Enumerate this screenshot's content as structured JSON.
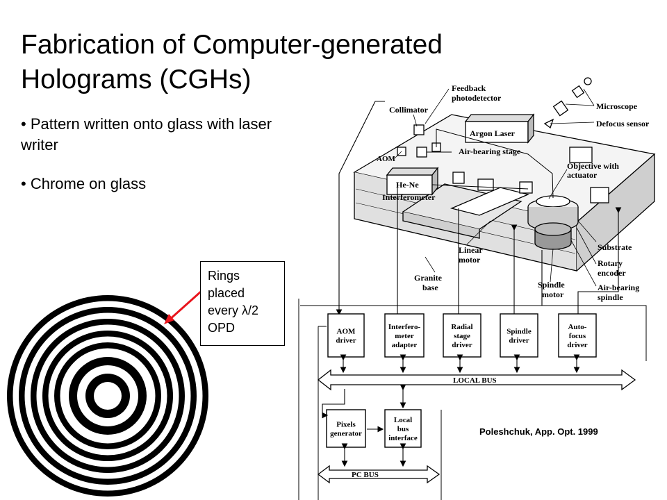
{
  "slide": {
    "title": "Fabrication of Computer-generated Holograms (CGHs)",
    "bullets": [
      "• Pattern written onto glass with laser writer",
      "• Chrome on glass"
    ],
    "callout": [
      "Rings",
      "placed",
      "every λ/2",
      "OPD"
    ],
    "citation": "Poleshchuk, App. Opt. 1999"
  },
  "diagram": {
    "labels": {
      "collimator": "Collimator",
      "feedback1": "Feedback",
      "feedback2": "photodetector",
      "microscope": "Microscope",
      "defocus": "Defocus sensor",
      "argon": "Argon Laser",
      "aom": "AOM",
      "airstage": "Air-bearing stage",
      "objective1": "Objective with",
      "objective2": "actuator",
      "hene": "He-Ne",
      "interferometer": "Interferometer",
      "substrate": "Substrate",
      "rotary1": "Rotary",
      "rotary2": "encoder",
      "airspindle1": "Air-bearing",
      "airspindle2": "spindle",
      "linear1": "Linear",
      "linear2": "motor",
      "granite1": "Granite",
      "granite2": "base",
      "spindlemotor1": "Spindle",
      "spindlemotor2": "motor",
      "localbus": "LOCAL BUS",
      "pcbus": "PC  BUS"
    },
    "boxes": {
      "aom": [
        "AOM",
        "driver"
      ],
      "interf": [
        "Interfero-",
        "meter",
        "adapter"
      ],
      "radial": [
        "Radial",
        "stage",
        "driver"
      ],
      "spindle": [
        "Spindle",
        "driver"
      ],
      "autofocus": [
        "Auto-",
        "focus",
        "driver"
      ],
      "pixels": [
        "Pixels",
        "generator"
      ],
      "localif": [
        "Local",
        "bus",
        "interface"
      ]
    }
  },
  "colors": {
    "arrow": "#e8141c",
    "ink": "#000000"
  }
}
